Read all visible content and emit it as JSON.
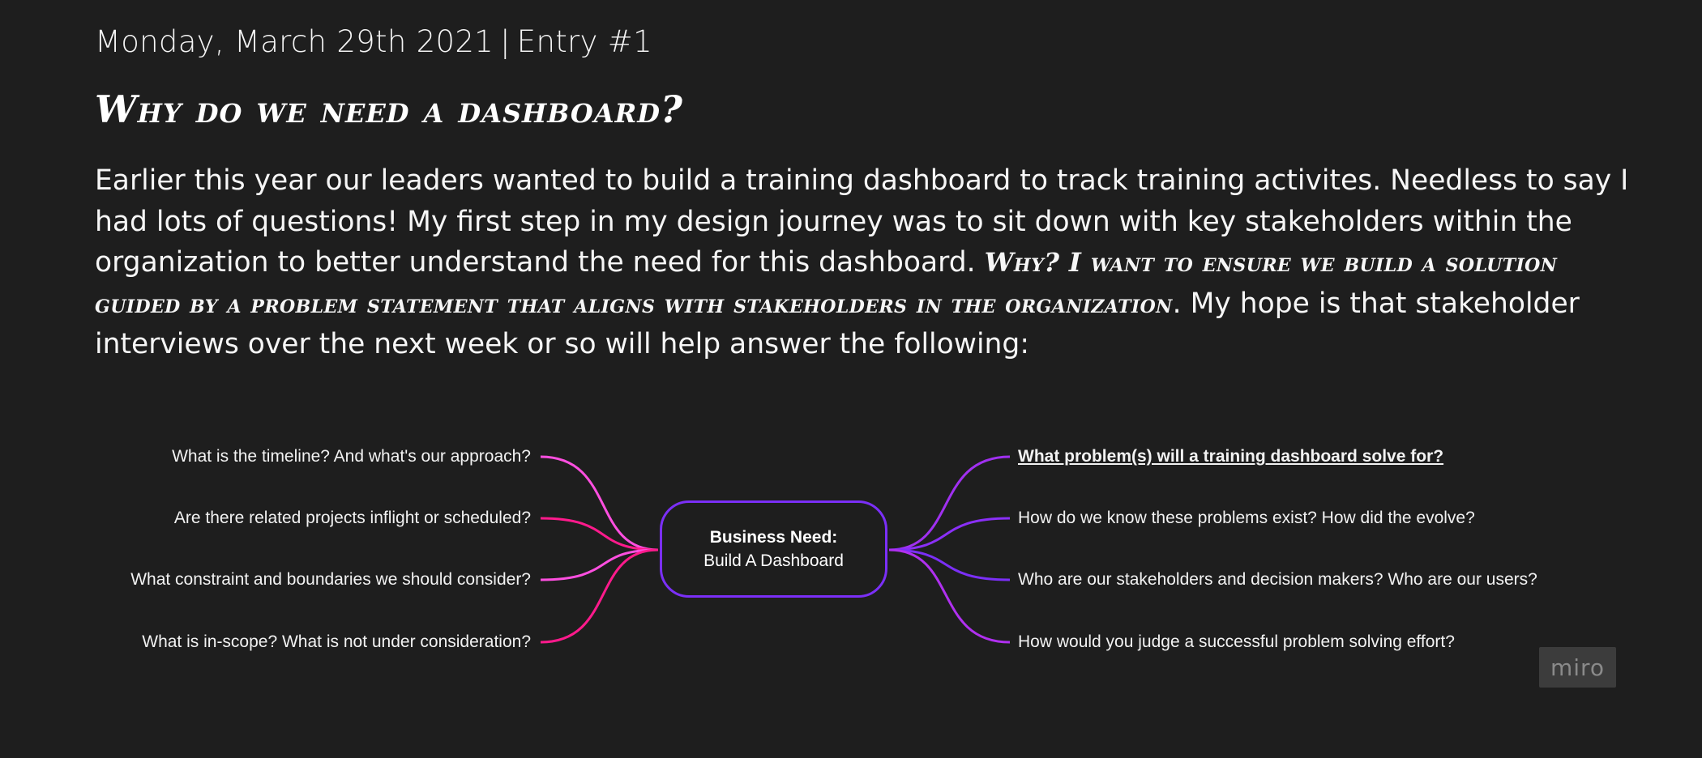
{
  "entry": {
    "date": "Monday, March 29th 2021",
    "separator": "|",
    "entry_label": "Entry #1"
  },
  "heading": "Why do we need a dashboard?",
  "intro": {
    "part1": "Earlier this year our leaders wanted to build a training dashboard to track training activites. Needless to say I had lots of questions! My first step in my design journey was to sit down with key stakeholders within the organization to better understand the need for this dashboard. ",
    "emphasis": "Why? I want to ensure we build a solution guided by a problem statement that aligns with stakeholders in the organization",
    "part2": ". My hope is that stakeholder interviews over the next week or so will help answer the following:"
  },
  "mindmap": {
    "center": {
      "title": "Business Need:",
      "subtitle": "Build A Dashboard",
      "border_color": "#7b2ff7"
    },
    "left_branches": [
      {
        "label": "What is the timeline? And what's our approach?",
        "color": "#ff4fe0"
      },
      {
        "label": "Are there related projects inflight or scheduled?",
        "color": "#ff1a8c"
      },
      {
        "label": "What constraint and boundaries we should consider?",
        "color": "#ff4fe0"
      },
      {
        "label": "What is in-scope? What is not under consideration?",
        "color": "#ff1a8c"
      }
    ],
    "right_branches": [
      {
        "label": "What problem(s) will a training dashboard solve for?",
        "color": "#a030f0",
        "highlight": true
      },
      {
        "label": "How do we know these problems exist? How did the evolve?",
        "color": "#8a2ff7",
        "highlight": false
      },
      {
        "label": "Who are our stakeholders and decision makers? Who are our users?",
        "color": "#7b2ff7",
        "highlight": false
      },
      {
        "label": "How would you judge a successful problem solving effort?",
        "color": "#b030f0",
        "highlight": false
      }
    ]
  },
  "badge": {
    "label": "miro"
  }
}
